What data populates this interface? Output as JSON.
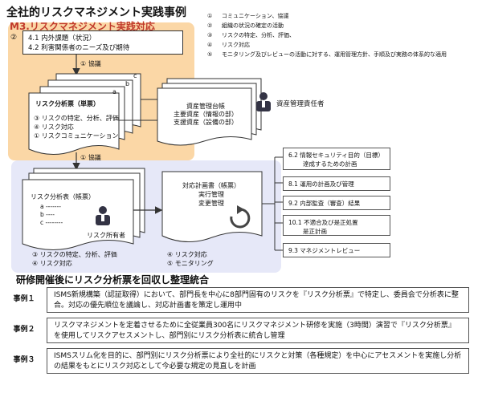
{
  "title": "全社的リスクマネジメント実践事例",
  "subtitle": "M3.リスクマネジメント実践対応",
  "legend": [
    {
      "num": "①",
      "text": "コミュニケーション、協議"
    },
    {
      "num": "②",
      "text": "組織の状況の確定の活動"
    },
    {
      "num": "③",
      "text": "リスクの特定、分析、評価、"
    },
    {
      "num": "④",
      "text": "リスク対応"
    },
    {
      "num": "⑤",
      "text": "モニタリング及びレビューの活動に対する、運用管理方針、手順及び実務の体系的な適用"
    }
  ],
  "requirements": {
    "marker": "②",
    "line1": "4.1 内外課題（状況）",
    "line2": "4.2 利害関係者のニーズ及び期待"
  },
  "consult1": "① 協議",
  "consult2": "① 協議",
  "sheet": {
    "title": "リスク分析票（単票）",
    "letters": [
      "a",
      "b",
      "c"
    ],
    "items": [
      "③ リスクの特定、分析、評価",
      "④ リスク対応",
      "① リスクコミュニケーション"
    ]
  },
  "ledger": {
    "line1": "資産管理台帳",
    "line2": "主要資産（情報の部）",
    "line3": "支援資産（設備の部）",
    "owner": "資産管理責任者"
  },
  "analysis_table": {
    "title": "リスク分析表（帳票）",
    "rows": [
      "a -------",
      "b ----",
      "c --------"
    ],
    "owner": "リスク所有者",
    "items": [
      "③ リスクの特定、分析、評価",
      "④ リスク対応"
    ]
  },
  "plan": {
    "line1": "対応計画書（帳票）",
    "line2": "実行管理",
    "line3": "変更管理",
    "items": [
      "④ リスク対応",
      "⑤ モニタリング"
    ]
  },
  "clauses": [
    {
      "line1": "6.2 情報セキュリティ目的（目標）",
      "line2": "達成するための計画"
    },
    {
      "line1": "8.1 運用の計画及び管理",
      "line2": ""
    },
    {
      "line1": "9.2 内部監査（審査）結果",
      "line2": ""
    },
    {
      "line1": "10.1 不適合及び是正処置",
      "line2": "是正計画"
    },
    {
      "line1": "9.3 マネジメントレビュー",
      "line2": ""
    }
  ],
  "section_heading": "研修開催後にリスク分析票を回収し整理統合",
  "cases": [
    {
      "label": "事例１",
      "text": "ISMS新規構築（認証取得）において、部門長を中心に8部門固有のリスクを『リスク分析票』で特定し、委員会で分析表に整合。対応の優先順位を議論し、対応計画書を策定し運用中"
    },
    {
      "label": "事例２",
      "text": "リスクマネジメントを定着させるために全従業員300名にリスクマネジメント研修を実施（3時間）演習で『リスク分析票』を使用してリスクアセスメントし、部門別にリスク分析表に統合し管理"
    },
    {
      "label": "事例３",
      "text": "ISMSスリム化を目的に、部門別にリスク分析票により全社的にリスクと対策（各種規定）を中心にアセスメントを実施し分析の結果をもとにリスク対応として今必要な規定の見直しを計画"
    }
  ],
  "colors": {
    "highlight": "#fbd7a6",
    "panel": "#e6e8f8",
    "accent_text": "#c0392b"
  }
}
